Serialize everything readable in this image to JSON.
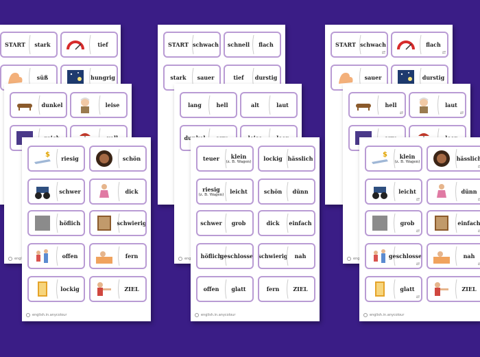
{
  "colors": {
    "background": "#3a1d86",
    "card_border": "#b99bd4",
    "sheet": "#ffffff"
  },
  "footer_text": "english.in.anycolour",
  "left_back": {
    "row1": [
      "START",
      "stark",
      "speedometer-icon",
      "tief"
    ],
    "row2": [
      "muscle-arm-icon",
      "süß",
      "night-sky-icon",
      "hungrig"
    ]
  },
  "left_mid": {
    "row1": [
      "sausage-dog-icon",
      "dunkel",
      "grandpa-icon",
      "leise"
    ],
    "row2": [
      "purple-box-icon",
      "reich",
      "umbrella-icon",
      "voll"
    ]
  },
  "left_front": {
    "row1": [
      "money-plane-icon",
      "riesig",
      "woman-portrait-icon",
      "schön"
    ],
    "row2": [
      "monster-truck-icon",
      "schwer",
      "girl-icon",
      "dick"
    ],
    "row3": [
      "grey-box-icon",
      "höflich",
      "book-icon",
      "schwierig"
    ],
    "row4": [
      "family-icon",
      "offen",
      "tired-person-icon",
      "fern"
    ],
    "row5": [
      "door-icon",
      "lockig",
      "pointing-man-icon",
      "ZIEL"
    ]
  },
  "center_back": {
    "row1": [
      "START",
      "schwach",
      "schnell",
      "flach"
    ],
    "row2": [
      "stark",
      "sauer",
      "tief",
      "durstig"
    ]
  },
  "center_mid": {
    "row1": [
      "lang",
      "hell",
      "alt",
      "laut"
    ],
    "row2": [
      "dunkel",
      "arm",
      "leise",
      "leer"
    ]
  },
  "center_front": {
    "row1": [
      "teuer",
      "klein",
      "(z. B. Wagen)",
      "lockig",
      "hässlich"
    ],
    "row2": [
      "riesig",
      "(z. B. Wagen)",
      "leicht",
      "schön",
      "dünn"
    ],
    "row3": [
      "schwer",
      "grob",
      "dick",
      "einfach"
    ],
    "row4": [
      "höflich",
      "geschlossen",
      "schwierig",
      "nah"
    ],
    "row5": [
      "offen",
      "glatt",
      "fern",
      "ZIEL"
    ]
  },
  "right_back": {
    "row1": [
      "START",
      "schwach",
      "speedometer-icon",
      "flach"
    ],
    "row2": [
      "muscle-arm-icon",
      "sauer",
      "night-sky-icon",
      "durstig"
    ]
  },
  "right_mid": {
    "row1": [
      "sausage-dog-icon",
      "hell",
      "grandpa-icon",
      "laut"
    ],
    "row2": [
      "purple-box-icon",
      "arm",
      "umbrella-icon",
      "leer"
    ]
  },
  "right_front": {
    "row1": [
      "money-plane-icon",
      "klein",
      "(z. B. Wagen)",
      "woman-portrait-icon",
      "hässlich"
    ],
    "row2": [
      "monster-truck-icon",
      "leicht",
      "girl-icon",
      "dünn"
    ],
    "row3": [
      "grey-box-icon",
      "grob",
      "book-icon",
      "einfach"
    ],
    "row4": [
      "family-icon",
      "geschlossen",
      "tired-person-icon",
      "nah"
    ],
    "row5": [
      "door-icon",
      "glatt",
      "pointing-man-icon",
      "ZIEL"
    ]
  }
}
